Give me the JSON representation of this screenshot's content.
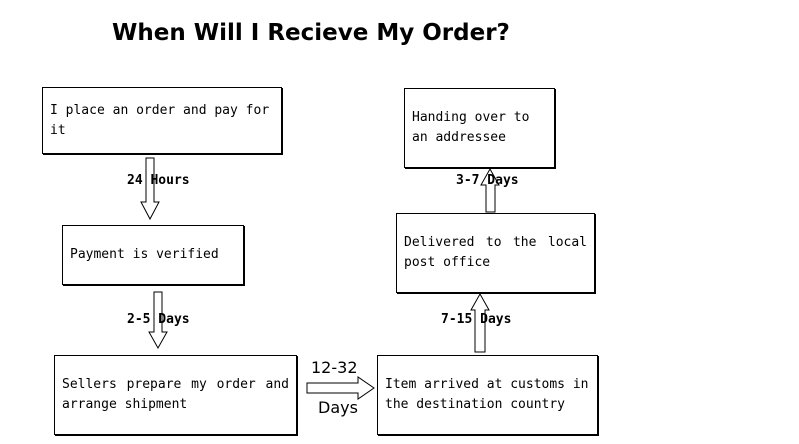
{
  "title": "When Will I Recieve My Order?",
  "steps": {
    "place_order": "I place an order and pay for it",
    "payment_verified": "Payment is verified",
    "seller_ship": "Sellers prepare my order and arrange shipment",
    "customs": "Item arrived at customs in the destination country",
    "local_post": "Delivered to the local post office",
    "handover": "Handing over to an addressee"
  },
  "durations": {
    "d1": "24  Hours",
    "d2": "2-5  Days",
    "d3_top": "12-32",
    "d3_bottom": "Days",
    "d4": "7-15  Days",
    "d5": "3-7   Days"
  }
}
